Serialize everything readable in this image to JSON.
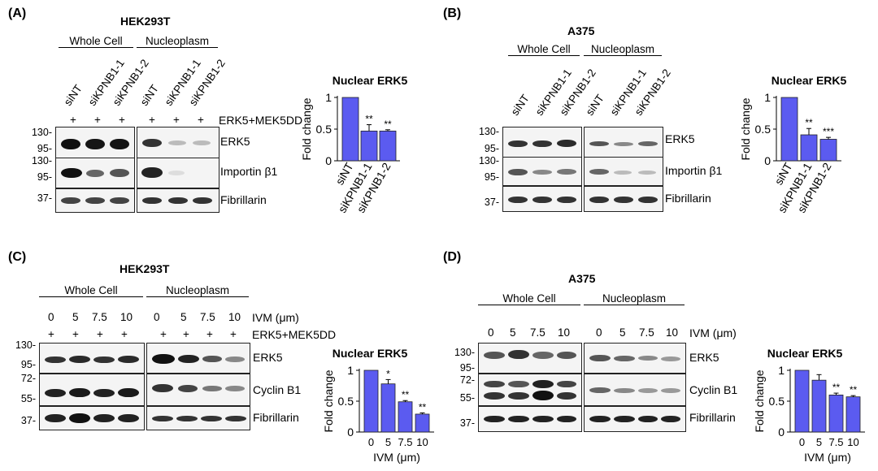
{
  "panels": {
    "A": {
      "letter": "(A)",
      "cell": "HEK293T",
      "whole_cell": "Whole Cell",
      "nucleoplasm": "Nucleoplasm",
      "lanes": [
        "siNT",
        "siKPNB1-1",
        "siKPNB1-2",
        "siNT",
        "siKPNB1-1",
        "siKPNB1-2"
      ],
      "plus": [
        "+",
        "+",
        "+",
        "+",
        "+",
        "+"
      ],
      "treatment": "ERK5+MEK5DD",
      "mw": [
        "130-",
        "95-",
        "130-",
        "95-",
        "37-"
      ],
      "blots": [
        "ERK5",
        "Importin β1",
        "Fibrillarin"
      ]
    },
    "B": {
      "letter": "(B)",
      "cell": "A375",
      "whole_cell": "Whole Cell",
      "nucleoplasm": "Nucleoplasm",
      "lanes": [
        "siNT",
        "siKPNB1-1",
        "siKPNB1-2",
        "siNT",
        "siKPNB1-1",
        "siKPNB1-2"
      ],
      "mw": [
        "130-",
        "95-",
        "130-",
        "95-",
        "37-"
      ],
      "blots": [
        "ERK5",
        "Importin β1",
        "Fibrillarin"
      ]
    },
    "C": {
      "letter": "(C)",
      "cell": "HEK293T",
      "whole_cell": "Whole Cell",
      "nucleoplasm": "Nucleoplasm",
      "doses": [
        "0",
        "5",
        "7.5",
        "10",
        "0",
        "5",
        "7.5",
        "10"
      ],
      "dose_label": "IVM (μm)",
      "plus": [
        "+",
        "+",
        "+",
        "+",
        "+",
        "+",
        "+",
        "+"
      ],
      "treatment": "ERK5+MEK5DD",
      "mw": [
        "130-",
        "95-",
        "72-",
        "55-",
        "37-"
      ],
      "blots": [
        "ERK5",
        "Cyclin B1",
        "Fibrillarin"
      ]
    },
    "D": {
      "letter": "(D)",
      "cell": "A375",
      "whole_cell": "Whole Cell",
      "nucleoplasm": "Nucleoplasm",
      "doses": [
        "0",
        "5",
        "7.5",
        "10",
        "0",
        "5",
        "7.5",
        "10"
      ],
      "dose_label": "IVM (μm)",
      "mw": [
        "130-",
        "95-",
        "72-",
        "55-",
        "37-"
      ],
      "blots": [
        "ERK5",
        "Cyclin B1",
        "Fibrillarin"
      ]
    }
  },
  "chart_data": [
    {
      "type": "bar",
      "title": "Nuclear ERK5",
      "ylabel": "Fold change",
      "xlabel": "",
      "ylim": [
        0,
        1
      ],
      "yticks": [
        "0",
        "0.5",
        "1"
      ],
      "categories": [
        "siNT",
        "siKPNB1-1",
        "siKPNB1-2"
      ],
      "values": [
        1.0,
        0.47,
        0.47
      ],
      "errors": [
        0,
        0.1,
        0.02
      ],
      "annotations": [
        "",
        "**",
        "**"
      ],
      "bar_color": "#5b5bf0"
    },
    {
      "type": "bar",
      "title": "Nuclear ERK5",
      "ylabel": "Fold change",
      "xlabel": "",
      "ylim": [
        0,
        1
      ],
      "yticks": [
        "0",
        "0.5",
        "1"
      ],
      "categories": [
        "siNT",
        "siKPNB1-1",
        "siKPNB1-2"
      ],
      "values": [
        1.0,
        0.41,
        0.34
      ],
      "errors": [
        0,
        0.1,
        0.03
      ],
      "annotations": [
        "",
        "**",
        "***"
      ],
      "bar_color": "#5b5bf0"
    },
    {
      "type": "bar",
      "title": "Nuclear ERK5",
      "ylabel": "Fold change",
      "xlabel": "IVM (μm)",
      "ylim": [
        0,
        1
      ],
      "yticks": [
        "0",
        "0.5",
        "1"
      ],
      "categories": [
        "0",
        "5",
        "7.5",
        "10"
      ],
      "values": [
        1.0,
        0.78,
        0.49,
        0.29
      ],
      "errors": [
        0,
        0.07,
        0.02,
        0.02
      ],
      "annotations": [
        "",
        "*",
        "**",
        "**"
      ],
      "bar_color": "#5b5bf0"
    },
    {
      "type": "bar",
      "title": "Nuclear ERK5",
      "ylabel": "Fold change",
      "xlabel": "IVM (μm)",
      "ylim": [
        0,
        1
      ],
      "yticks": [
        "0",
        "0.5",
        "1"
      ],
      "categories": [
        "0",
        "5",
        "7.5",
        "10"
      ],
      "values": [
        1.0,
        0.84,
        0.6,
        0.57
      ],
      "errors": [
        0,
        0.09,
        0.03,
        0.02
      ],
      "annotations": [
        "",
        "",
        "**",
        "**"
      ],
      "bar_color": "#5b5bf0"
    }
  ]
}
